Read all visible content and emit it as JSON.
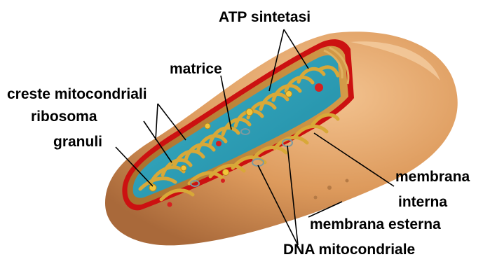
{
  "labels": {
    "atp_sintetasi": "ATP sintetasi",
    "matrice": "matrice",
    "creste_mitocondriali": "creste mitocondriali",
    "ribosoma": "ribosoma",
    "granuli": "granuli",
    "membrana_interna_line1": "membrana",
    "membrana_interna_line2": "interna",
    "membrana_esterna": "membrana esterna",
    "dna_mitocondriale": "DNA mitocondriale"
  },
  "colors": {
    "outer_membrane": "#d99558",
    "outer_membrane_highlight": "#efb884",
    "outer_membrane_shadow": "#a96a35",
    "membrane_edge": "#cc1111",
    "intermembrane": "#c58a3c",
    "matrix": "#2a9ab0",
    "matrix_light": "#4bb8cc",
    "cristae": "#d8a838",
    "granule": "#f2c43a",
    "ribosome": "#d62020",
    "leader_lines": "#000000"
  }
}
